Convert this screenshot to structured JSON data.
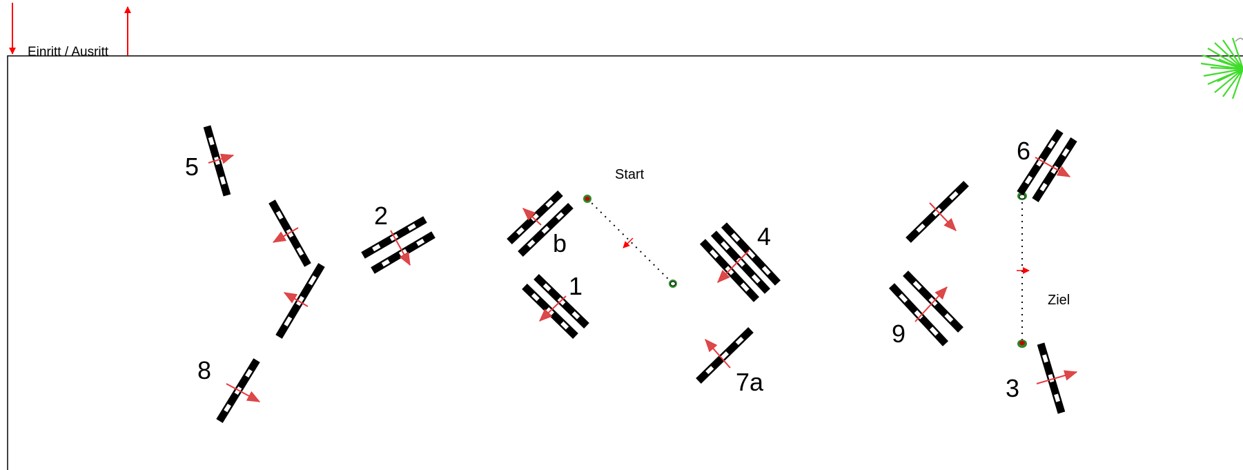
{
  "entrance": {
    "label": "Einritt / Ausritt"
  },
  "start": {
    "label": "Start"
  },
  "finish": {
    "label": "Ziel"
  },
  "obstacle_labels": [
    "1",
    "2",
    "3",
    "4",
    "5",
    "6",
    "7a",
    "8",
    "9",
    "b"
  ],
  "colors": {
    "arrow": "#e8383b",
    "arrow_fill": "#d94a4a",
    "pole_dark": "#000000",
    "pole_light": "#ffffff",
    "flag": "#2a8a2a",
    "flag_red": "#cc0000",
    "tree": "#3fdc2a"
  }
}
